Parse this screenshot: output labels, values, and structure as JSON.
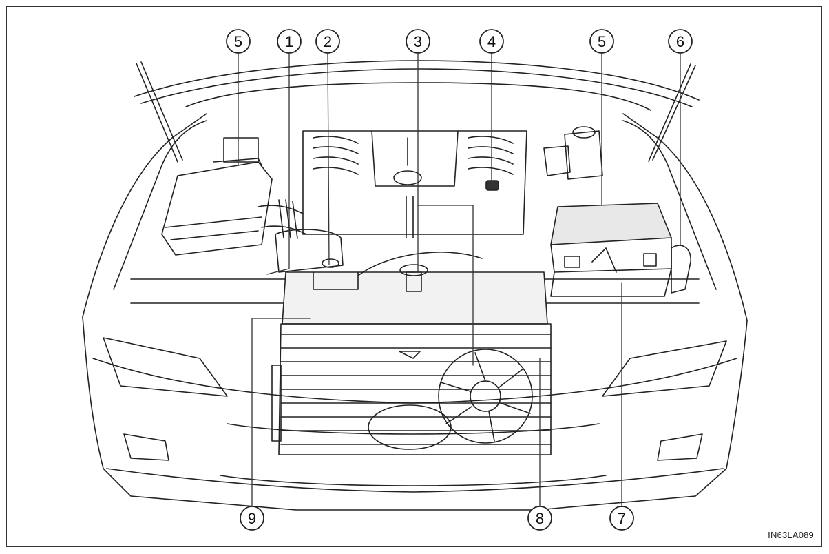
{
  "figure": {
    "reference_code": "IN63LA089",
    "callouts": [
      "5",
      "1",
      "2",
      "3",
      "4",
      "5",
      "6",
      "9",
      "8",
      "7"
    ]
  }
}
